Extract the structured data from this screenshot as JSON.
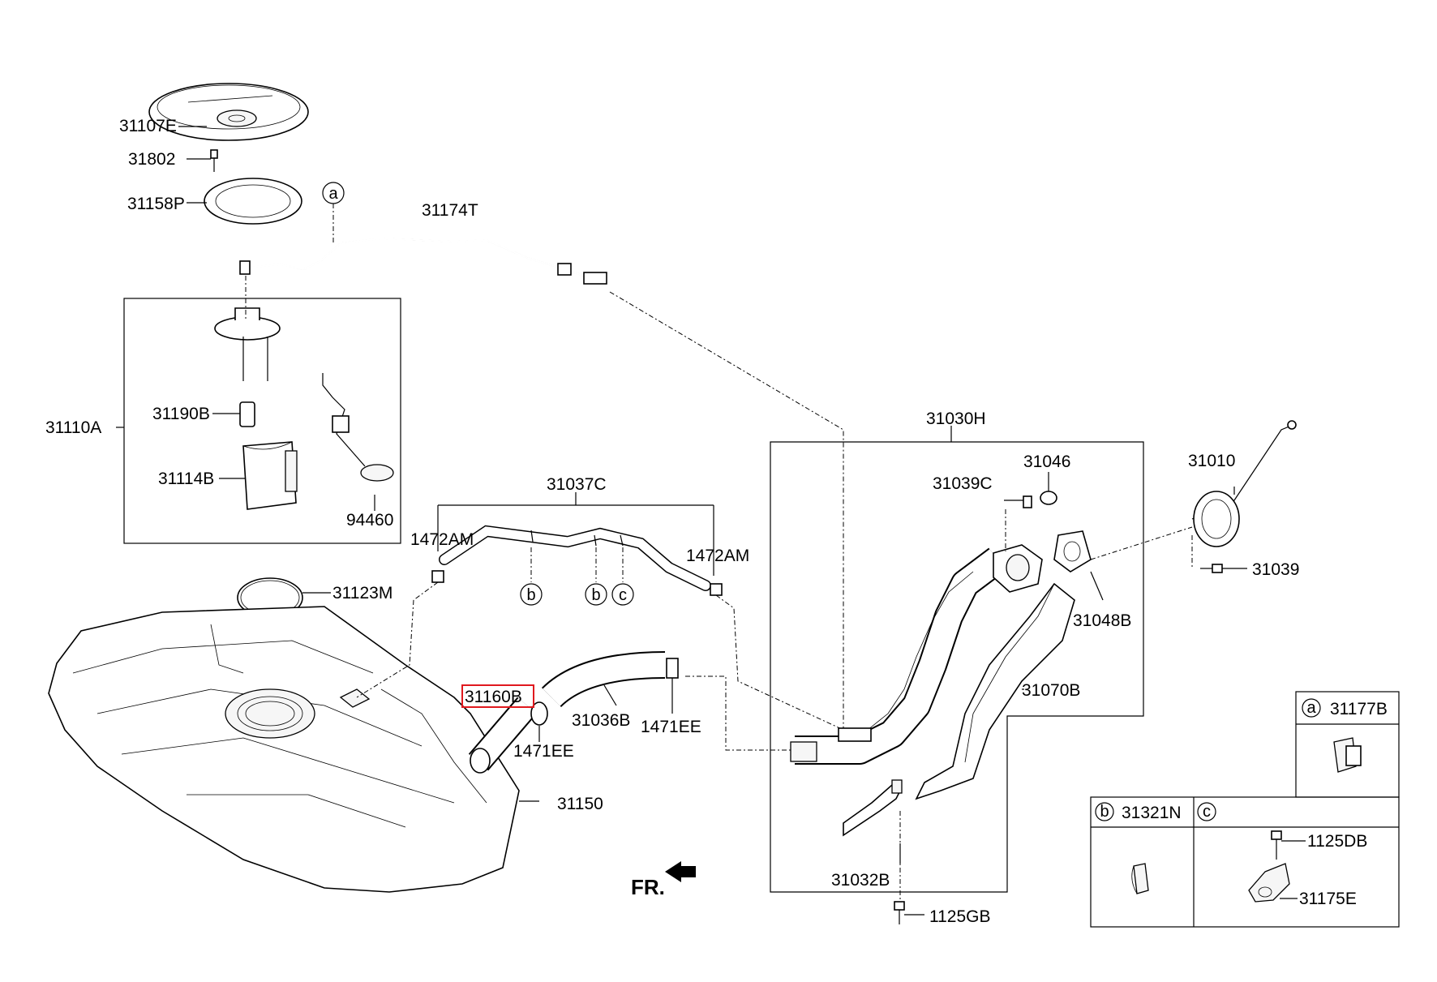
{
  "labels": {
    "p31107E": "31107E",
    "p31802": "31802",
    "p31158P": "31158P",
    "p31174T": "31174T",
    "p31110A": "31110A",
    "p31190B": "31190B",
    "p31114B": "31114B",
    "p94460": "94460",
    "p31123M": "31123M",
    "p31150": "31150",
    "p31037C": "31037C",
    "p1472AM_left": "1472AM",
    "p1472AM_right": "1472AM",
    "p31160B": "31160B",
    "p1471EE_left": "1471EE",
    "p31036B": "31036B",
    "p1471EE_right": "1471EE",
    "p31030H": "31030H",
    "p31046": "31046",
    "p31039C": "31039C",
    "p31010": "31010",
    "p31039": "31039",
    "p31048B": "31048B",
    "p31070B": "31070B",
    "p31032B": "31032B",
    "p1125GB": "1125GB",
    "fr": "FR."
  },
  "callouts": {
    "a_top": "a",
    "b_1": "b",
    "b_2": "b",
    "c_1": "c"
  },
  "legend": {
    "a_letter": "a",
    "a_part": "31177B",
    "b_letter": "b",
    "b_part": "31321N",
    "c_letter": "c",
    "c_part1": "1125DB",
    "c_part2": "31175E"
  },
  "highlight": {
    "part": "31160B",
    "color": "#e0191e"
  }
}
